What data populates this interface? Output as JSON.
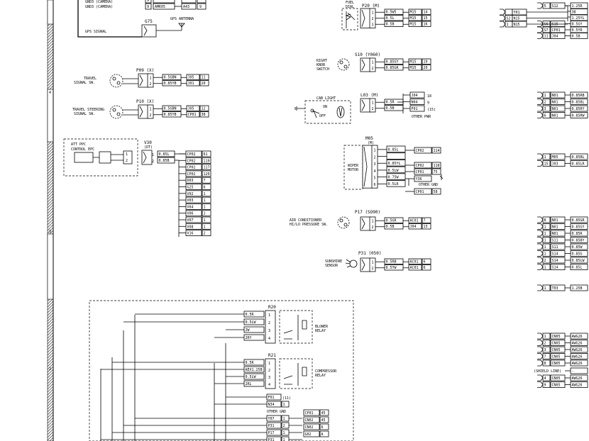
{
  "margin": {
    "zone_numbers": [
      "4",
      "3",
      "2"
    ]
  },
  "top_left": {
    "row1": {
      "text": "GND3 (CAMERA)",
      "pin": "9",
      "wire": "",
      "dest": "",
      "no": ""
    },
    "row2": {
      "text": "GND3 (CAMERA)",
      "pin": "9",
      "wire": "AMK05",
      "dest": "A43",
      "no": "9"
    },
    "gps": {
      "ref": "G75",
      "signal": "GPS SIGNAL",
      "antenna": "GPS ANTENNA"
    }
  },
  "sensors": [
    {
      "ref": "P09 (X)",
      "label1": "TRAVEL",
      "label2": "SIGNAL SW.",
      "rows": [
        {
          "pin": "1",
          "wire": "0.5GBN",
          "dest": "J05",
          "no": "11"
        },
        {
          "pin": "2",
          "wire": "0.85YB",
          "dest": "J01",
          "no": "20"
        }
      ]
    },
    {
      "ref": "P10 (X)",
      "label1": "TRAVEL STEERING",
      "label2": "SIGNAL SW.",
      "rows": [
        {
          "pin": "1",
          "wire": "0.5GBN",
          "dest": "J05",
          "no": "12"
        },
        {
          "pin": "2",
          "wire": "0.85YB",
          "dest": "CP01",
          "no": "38"
        }
      ]
    }
  ],
  "v30": {
    "ref": "V30",
    "type": "(DT)",
    "label1": "ATT PPC",
    "label2": "CONTROL EPC",
    "rows": [
      {
        "pin": "1",
        "wire": "0.85L"
      },
      {
        "pin": "2",
        "wire": "0.85B"
      }
    ],
    "dest": [
      {
        "d": "CP02",
        "n": "61"
      },
      {
        "d": "CP02",
        "n": "119"
      },
      {
        "d": "CP02",
        "n": "117"
      },
      {
        "d": "CP02",
        "n": "120"
      },
      {
        "d": "D03",
        "n": "7"
      },
      {
        "d": "G25",
        "n": "6"
      },
      {
        "d": "V02",
        "n": "1"
      },
      {
        "d": "V03",
        "n": "1"
      },
      {
        "d": "V04",
        "n": "1"
      },
      {
        "d": "V06",
        "n": "1"
      },
      {
        "d": "V07",
        "n": "1"
      },
      {
        "d": "V08",
        "n": "1"
      },
      {
        "d": "V16",
        "n": "2"
      }
    ]
  },
  "fuel": {
    "ref": "P20 (M)",
    "label1": "FUEL",
    "label2": "DIAL",
    "rows": [
      {
        "pin": "1",
        "wire": "0.5W5",
        "dest": "M15",
        "no": "14"
      },
      {
        "pin": "2",
        "wire": "0.5L",
        "dest": "M15",
        "no": "15"
      },
      {
        "pin": "3",
        "wire": "0.5B",
        "dest": "M15",
        "no": "16"
      }
    ]
  },
  "s10": {
    "ref": "S10 (Y060)",
    "label1": "RIGHT",
    "label2": "KNOB",
    "label3": "SWITCH",
    "rows": [
      {
        "pin": "1",
        "wire": "0.85GY",
        "dest": "M15",
        "no": "19"
      },
      {
        "pin": "2",
        "wire": "0.85GR",
        "dest": "M15",
        "no": "20"
      }
    ]
  },
  "l03": {
    "ref": "L03 (M)",
    "title": "CAB LIGHT",
    "on": "ON",
    "off": "OFF",
    "other": "OTHER PWR",
    "rows": [
      {
        "pin": "1",
        "wire": "0.5R"
      },
      {
        "pin": "2",
        "wire": "0.5B"
      }
    ],
    "dest": [
      {
        "d": "J04",
        "n": "18"
      },
      {
        "d": "N04",
        "n": "9"
      },
      {
        "d": "F01",
        "n": "(15)"
      }
    ]
  },
  "m05": {
    "ref": "M05",
    "type": "(M)",
    "label1": "WIPER",
    "label2": "MOTOR",
    "other_gnd": "OTHER GND",
    "rows": [
      {
        "pin": "1",
        "wire": "0.85L"
      },
      {
        "pin": "2",
        "wire": ""
      },
      {
        "pin": "3",
        "wire": "0.85YL"
      },
      {
        "pin": "4",
        "wire": "0.5LW"
      },
      {
        "pin": "5",
        "wire": "0.75W"
      },
      {
        "pin": "6",
        "wire": "0.5LR"
      }
    ],
    "dest": [
      {
        "d": "CP02",
        "n": "114"
      },
      {
        "d": "CP02",
        "n": "118"
      },
      {
        "d": "CP01",
        "n": "75"
      },
      {
        "d": "Y36",
        "n": ""
      },
      {
        "d": "CP01",
        "n": "58"
      }
    ]
  },
  "p17": {
    "ref": "P17 (SO90)",
    "label1": "AIR CONDITIONER",
    "label2": "HI/LO PRESSURE SW.",
    "rows": [
      {
        "pin": "1",
        "wire": "0.5GR",
        "dest": "AC01",
        "no": "7"
      },
      {
        "pin": "2",
        "wire": "0.5B",
        "dest": "J04",
        "no": "13"
      }
    ]
  },
  "p31": {
    "ref": "P31 (050)",
    "label1": "SUNSHINE",
    "label2": "SENSOR",
    "rows": [
      {
        "pin": "1",
        "wire": "0.5RB",
        "dest": "AC01",
        "no": "6"
      },
      {
        "pin": "2",
        "wire": "0.5YW",
        "dest": "AC01",
        "no": "6"
      }
    ]
  },
  "relays": {
    "r20": {
      "ref": "R20",
      "label1": "BLOWER",
      "label2": "RELAY",
      "rows": [
        {
          "pin": "1",
          "wire": "0.5R"
        },
        {
          "pin": "2",
          "wire": "0.5LW"
        },
        {
          "pin": "3",
          "wire": "2W"
        },
        {
          "pin": "4",
          "wire": "2RY"
        }
      ]
    },
    "r21": {
      "ref": "R21",
      "label1": "COMPRESSOR",
      "label2": "RELAY",
      "rows": [
        {
          "pin": "1",
          "wire": "0.5R"
        },
        {
          "pin": "2",
          "wire": "AEX1.25B"
        },
        {
          "pin": "3",
          "wire": "0.5LW"
        },
        {
          "pin": "4",
          "wire": "2RL"
        }
      ]
    },
    "f01": {
      "d": "F01",
      "n": "(11)"
    },
    "n34": {
      "d": "N34",
      "n": "1"
    },
    "other_gnd": "OTHER GND",
    "bottom": [
      {
        "d": "Y07",
        "n": "1",
        "r": "CP01",
        "rn": "45"
      },
      {
        "d": "P31",
        "n": "2",
        "r": "CN02",
        "rn": "45"
      },
      {
        "d": "P17",
        "n": "1",
        "r": "CN02",
        "rn": "6"
      },
      {
        "d": "P31",
        "n": "1",
        "r": "G02",
        "rn": "A"
      }
    ]
  },
  "right": {
    "top_rows": [
      {
        "a": "5",
        "b": "S12",
        "wire": "1.25R"
      },
      {
        "a": "",
        "b": "",
        "wire": "3B"
      },
      {
        "a": "",
        "b": "",
        "wire": "1.25YL"
      },
      {
        "a": "S6",
        "b": "S15",
        "wire": "0.5GY"
      },
      {
        "a": "S7",
        "b": "CP01",
        "wire": "0.5YR"
      },
      {
        "a": "11",
        "b": "J04",
        "wire": "0.5B"
      }
    ],
    "left_tags": [
      {
        "a": "Y01",
        "b": ""
      },
      {
        "a": "S2",
        "b": "N15"
      },
      {
        "a": "1",
        "b": "N15"
      }
    ],
    "group1": [
      {
        "a": "1",
        "b": "N01",
        "w": "0.85RB"
      },
      {
        "a": "2",
        "b": "N01",
        "w": "0.85BL"
      },
      {
        "a": "3",
        "b": "N01",
        "w": "0.85RY"
      },
      {
        "a": "6",
        "b": "N01",
        "w": "0.85RW"
      }
    ],
    "group2": [
      {
        "a": "1",
        "b": "M05",
        "w": "0.85BL"
      },
      {
        "a": "15",
        "b": "J03",
        "w": "0.85LR"
      }
    ],
    "group3": [
      {
        "a": "8",
        "b": "N01",
        "w": "0.85GR"
      },
      {
        "a": "1",
        "b": "N01",
        "w": "0.85GY"
      },
      {
        "a": "1",
        "b": "N01",
        "w": "0.85R"
      },
      {
        "a": "1",
        "b": "S11",
        "w": "0.85BY"
      },
      {
        "a": "1",
        "b": "S11",
        "w": "0.85W"
      },
      {
        "a": "1",
        "b": "S14",
        "w": "0.85G"
      },
      {
        "a": "2",
        "b": "S14",
        "w": "0.85LW"
      },
      {
        "a": "1",
        "b": "S14",
        "w": "0.85L"
      }
    ],
    "group4": [
      {
        "a": "1",
        "b": "T03",
        "w": "1.25B"
      }
    ],
    "group5": [
      {
        "a": "1",
        "b": "CN05",
        "w": "AWG26"
      },
      {
        "a": "2",
        "b": "CN05",
        "w": "AWG26"
      },
      {
        "a": "3",
        "b": "CN05",
        "w": "AWG26"
      },
      {
        "a": "7",
        "b": "CN05",
        "w": "AWG26"
      },
      {
        "a": "8",
        "b": "CN05",
        "w": "AWG26"
      }
    ],
    "shield": {
      "label": "(SHIELD LINE)",
      "w": "-"
    },
    "group6": [
      {
        "a": "4",
        "b": "CN05",
        "w": "AWG26"
      },
      {
        "a": "9",
        "b": "CN05",
        "w": "AWG26"
      }
    ]
  }
}
